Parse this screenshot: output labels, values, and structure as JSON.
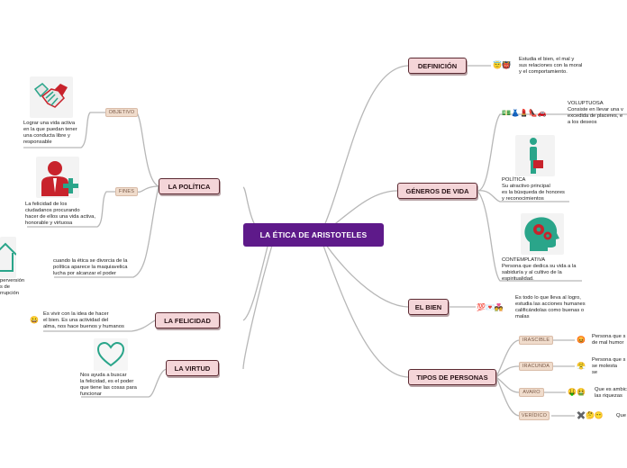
{
  "map": {
    "central": "LA ÉTICA DE ARISTOTELES",
    "politica": {
      "label": "LA POLÍTICA",
      "objetivo": {
        "label": "OBJETIVO",
        "text": "Lograr una vida activa\nen la que puedan tener\nuna conducta libre y\nresponsable"
      },
      "fines": {
        "label": "FINES",
        "text": "La felicidad de los\nciudadanos procurando\nhacer de ellos una vida activa,\nhonorable y virtuosa"
      },
      "perversion_text": "perversión\ns de\nrrupción",
      "maquiavelo": "cuando la ética se divorcia de la\npolítica aparece la maquiavelica\nlucha por alcanzar el poder"
    },
    "felicidad": {
      "label": "LA FELICIDAD",
      "text": "Es vivir con la idea de hacer\nel bien. Es una actividad del\nalma, nos hace buenos y humanos"
    },
    "virtud": {
      "label": "LA VIRTUD",
      "text": "Nos ayuda a buscar\nla felicidad, es el poder\nque tiene las cosas para\nfuncionar"
    },
    "definicion": {
      "label": "DEFINICIÓN",
      "text": "Estudia el bien, el mal y\nsus relaciones con la moral\ny el comportamiento."
    },
    "generos": {
      "label": "GÉNEROS DE VIDA",
      "voluptuosa": "VOLUPTUOSA\nConsiste en llevar una v\nexcedida de placeres, e\na los deseos",
      "politica": "POLÍTICA\nSu atractivo principal\nes la búsqueda de honores\ny reconocimientos",
      "contemplativa": "CONTEMPLATIVA\nPersona que dedica su vida a la\nsabiduría y al cultivo de la\nespiritualidad."
    },
    "bien": {
      "label": "EL BIEN",
      "text": "Es todo lo que lleva al logro,\nestudia las acciones humanes\ncalificándolas como buenas o\nmalas"
    },
    "tipos": {
      "label": "TIPOS DE PERSONAS",
      "irascible": {
        "label": "IRASCIBLE",
        "text": "Persona que s\nde mal humor"
      },
      "iracunda": {
        "label": "IRACUNDA",
        "text": "Persona que s\nse molesta\nse"
      },
      "avaro": {
        "label": "AVARO",
        "text": "Que es ambic\nlas riquezas"
      },
      "veridico": {
        "label": "VERÍDICO",
        "text": "Que"
      }
    }
  },
  "emojis": {
    "definicion": "😇👹",
    "voluptuosa": "💵👗💄👠🚗",
    "felicidad": "😀",
    "bien": "💯💌💑",
    "irascible": "😡",
    "iracunda": "😤",
    "avaro": "🤑🤮",
    "veridico": "✖️🤔😶"
  },
  "colors": {
    "central": "#5e1a8a",
    "main_fill": "#f4d5d8",
    "main_border": "#5b2a32",
    "sub_fill": "#f0dccc",
    "icon_red": "#c8232c",
    "icon_teal": "#2aa58a",
    "connector": "#b7b7b7"
  },
  "icons": [
    "handshake-icon",
    "person-plus-icon",
    "house-icon",
    "heart-outline-icon",
    "person-standing-icon",
    "brain-gears-icon"
  ]
}
